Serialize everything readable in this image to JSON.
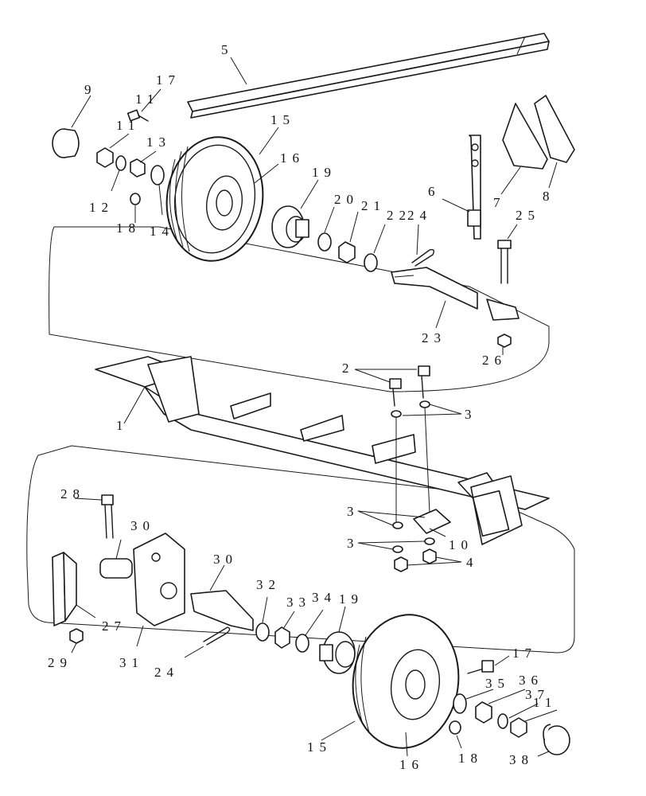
{
  "callouts": [
    {
      "id": "c1",
      "text": "1"
    },
    {
      "id": "c2",
      "text": "2"
    },
    {
      "id": "c3",
      "text": "3"
    },
    {
      "id": "c3b",
      "text": "3"
    },
    {
      "id": "c3c",
      "text": "3"
    },
    {
      "id": "c4",
      "text": "4"
    },
    {
      "id": "c5",
      "text": "5"
    },
    {
      "id": "c6",
      "text": "6"
    },
    {
      "id": "c7",
      "text": "7"
    },
    {
      "id": "c8",
      "text": "8"
    },
    {
      "id": "c9",
      "text": "9"
    },
    {
      "id": "c10",
      "text": "10"
    },
    {
      "id": "c11a",
      "text": "11"
    },
    {
      "id": "c11b",
      "text": "11"
    },
    {
      "id": "c11c",
      "text": "11"
    },
    {
      "id": "c12",
      "text": "12"
    },
    {
      "id": "c13",
      "text": "13"
    },
    {
      "id": "c14",
      "text": "14"
    },
    {
      "id": "c15a",
      "text": "15"
    },
    {
      "id": "c15b",
      "text": "15"
    },
    {
      "id": "c16a",
      "text": "16"
    },
    {
      "id": "c16b",
      "text": "16"
    },
    {
      "id": "c17a",
      "text": "17"
    },
    {
      "id": "c17b",
      "text": "17"
    },
    {
      "id": "c18a",
      "text": "18"
    },
    {
      "id": "c18b",
      "text": "18"
    },
    {
      "id": "c19a",
      "text": "19"
    },
    {
      "id": "c19b",
      "text": "19"
    },
    {
      "id": "c20",
      "text": "20"
    },
    {
      "id": "c21",
      "text": "21"
    },
    {
      "id": "c22",
      "text": "22"
    },
    {
      "id": "c23",
      "text": "23"
    },
    {
      "id": "c24a",
      "text": "24"
    },
    {
      "id": "c24b",
      "text": "24"
    },
    {
      "id": "c25",
      "text": "25"
    },
    {
      "id": "c26",
      "text": "26"
    },
    {
      "id": "c27",
      "text": "27"
    },
    {
      "id": "c28",
      "text": "28"
    },
    {
      "id": "c29",
      "text": "29"
    },
    {
      "id": "c30a",
      "text": "30"
    },
    {
      "id": "c30b",
      "text": "30"
    },
    {
      "id": "c31",
      "text": "31"
    },
    {
      "id": "c32",
      "text": "32"
    },
    {
      "id": "c33",
      "text": "33"
    },
    {
      "id": "c34",
      "text": "34"
    },
    {
      "id": "c35",
      "text": "35"
    },
    {
      "id": "c36",
      "text": "36"
    },
    {
      "id": "c37",
      "text": "37"
    },
    {
      "id": "c38",
      "text": "38"
    }
  ]
}
